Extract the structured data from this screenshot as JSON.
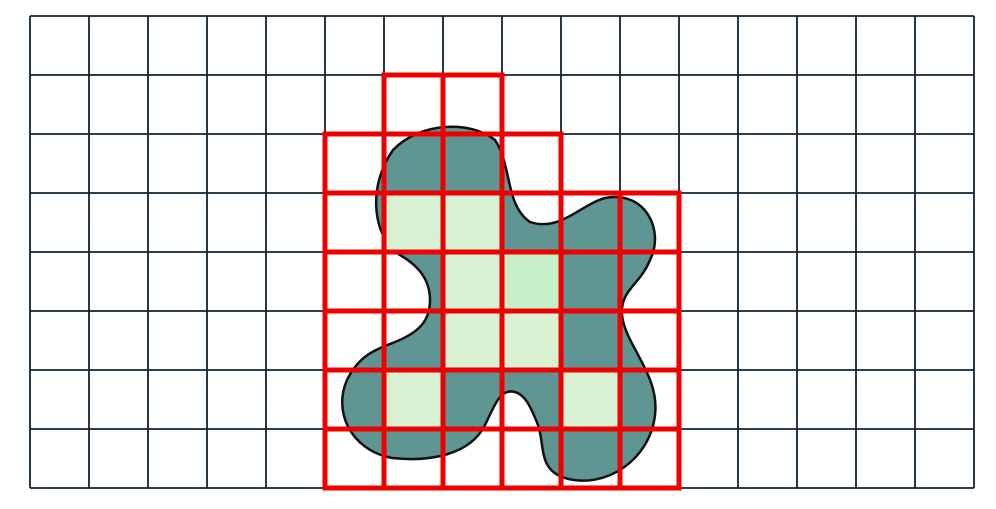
{
  "diagram": {
    "grid": {
      "columns": 16,
      "rows": 8,
      "line_color": "#0f2233"
    },
    "shape": {
      "fill_color": "#5f9693",
      "stroke_color": "#111111"
    },
    "interior_cells": {
      "fill_color": "#d9f2d3",
      "highlight_color": "#c6efc8",
      "cells": [
        [
          6,
          3
        ],
        [
          7,
          3
        ],
        [
          7,
          4
        ],
        [
          8,
          4
        ],
        [
          7,
          5
        ],
        [
          8,
          5
        ],
        [
          6,
          6
        ],
        [
          9,
          6
        ]
      ],
      "highlighted": [
        [
          8,
          4
        ]
      ]
    },
    "boundary_cells": {
      "stroke_color": "#ee0000",
      "cells": [
        [
          6,
          1
        ],
        [
          7,
          1
        ],
        [
          5,
          2
        ],
        [
          6,
          2
        ],
        [
          7,
          2
        ],
        [
          8,
          2
        ],
        [
          5,
          3
        ],
        [
          6,
          3
        ],
        [
          7,
          3
        ],
        [
          8,
          3
        ],
        [
          9,
          3
        ],
        [
          10,
          3
        ],
        [
          5,
          4
        ],
        [
          6,
          4
        ],
        [
          7,
          4
        ],
        [
          8,
          4
        ],
        [
          9,
          4
        ],
        [
          10,
          4
        ],
        [
          5,
          5
        ],
        [
          6,
          5
        ],
        [
          7,
          5
        ],
        [
          8,
          5
        ],
        [
          9,
          5
        ],
        [
          10,
          5
        ],
        [
          5,
          6
        ],
        [
          6,
          6
        ],
        [
          7,
          6
        ],
        [
          8,
          6
        ],
        [
          9,
          6
        ],
        [
          10,
          6
        ],
        [
          5,
          7
        ],
        [
          6,
          7
        ],
        [
          7,
          7
        ],
        [
          8,
          7
        ],
        [
          9,
          7
        ],
        [
          10,
          7
        ]
      ]
    }
  }
}
